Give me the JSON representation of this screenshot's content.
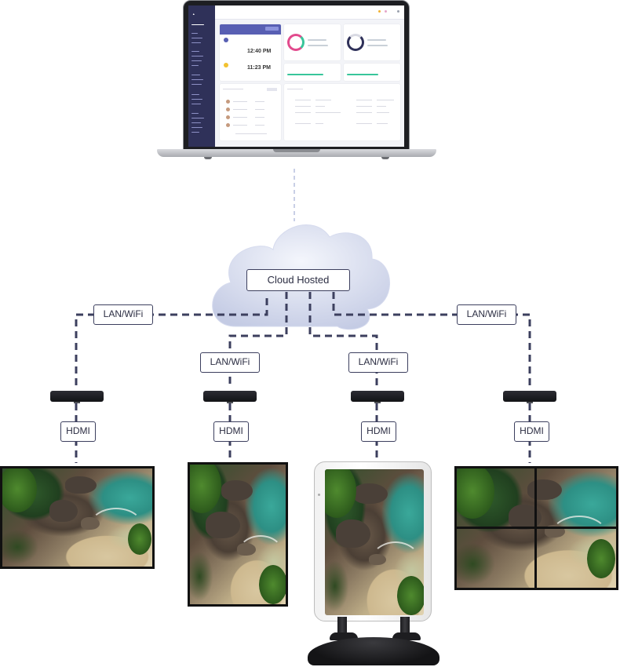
{
  "cloud": {
    "label": "Cloud Hosted"
  },
  "connections": {
    "network_label": "LAN/WiFi",
    "video_label": "HDMI"
  },
  "laptop_screen": {
    "clock_1": "12:40 PM",
    "clock_2": "11:23 PM"
  },
  "colors": {
    "line": "#3c3f5e",
    "cloud": "#c9cfe6",
    "sidebar": "#2f3159",
    "accent": "#585fb3"
  }
}
